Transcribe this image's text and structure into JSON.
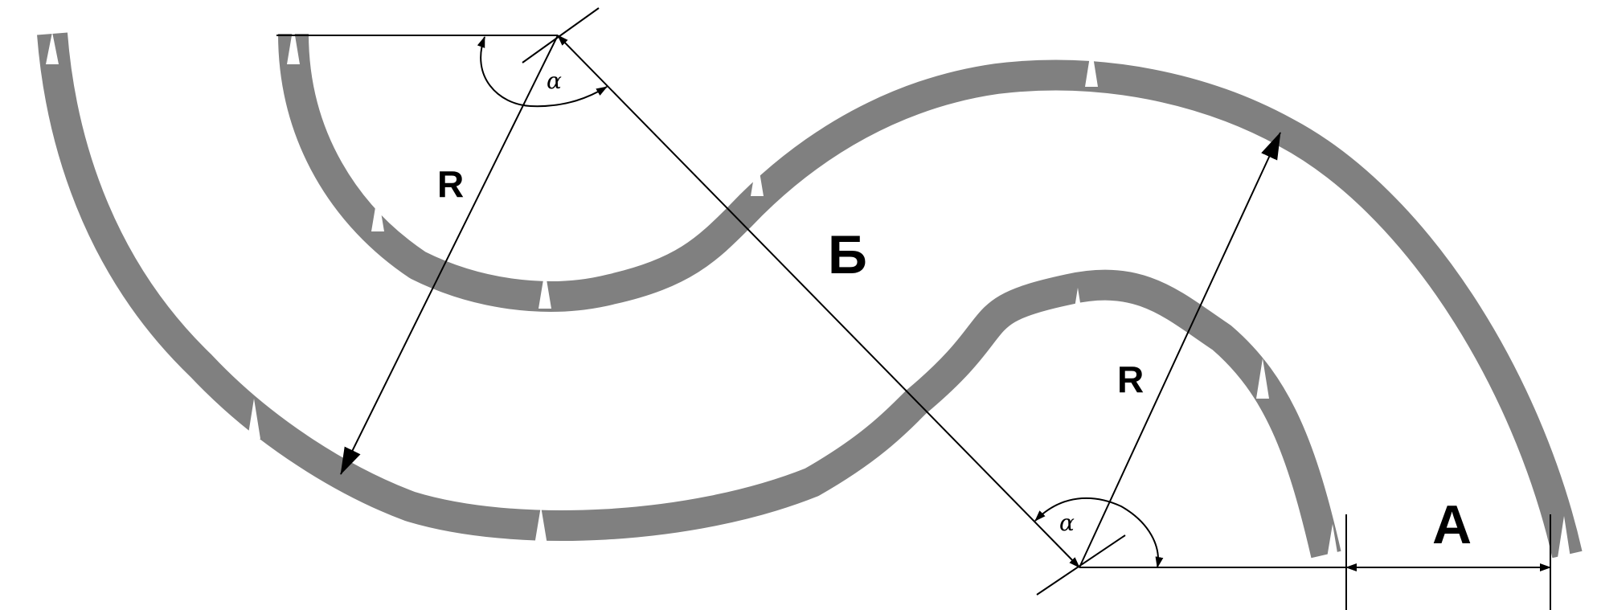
{
  "colors": {
    "track": "#808080",
    "cone": "#ffffff",
    "line": "#000000",
    "background": "#ffffff"
  },
  "labels": {
    "radius_top": "R",
    "radius_bottom": "R",
    "distance_center": "Б",
    "width_gap": "A",
    "angle_top": "α",
    "angle_bottom": "α"
  },
  "icons": {
    "cone": "traffic-cone-icon"
  }
}
